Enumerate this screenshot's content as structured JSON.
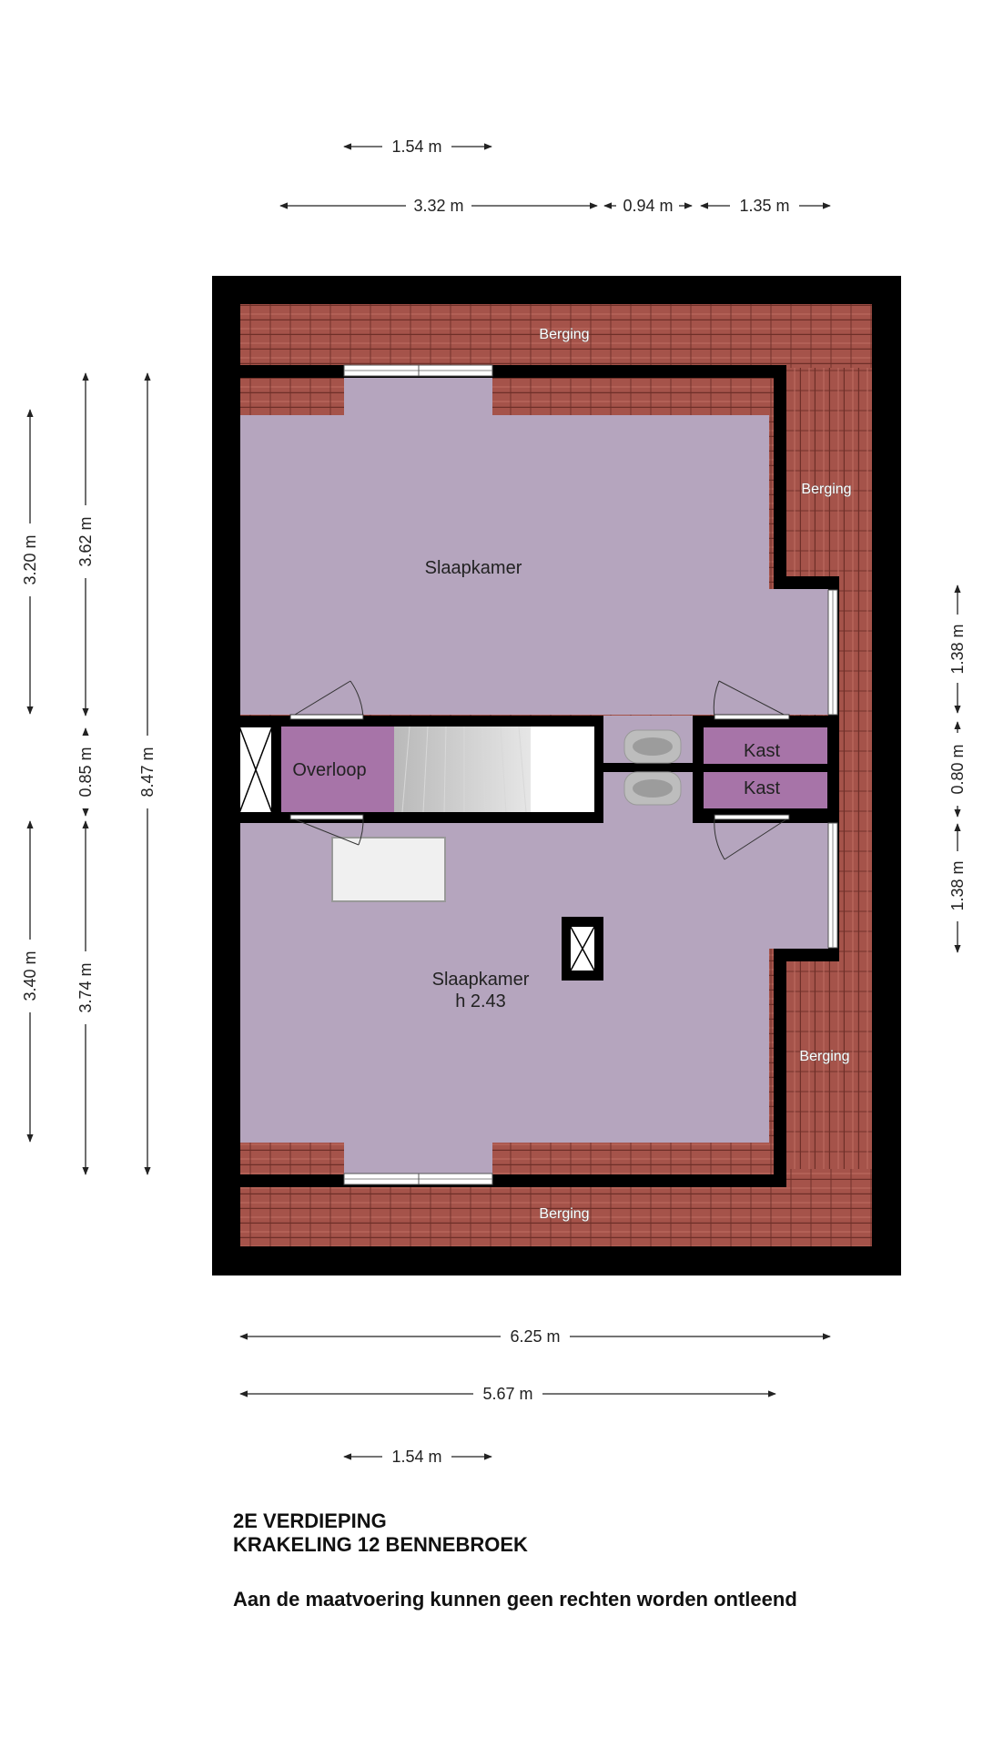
{
  "dimensions": {
    "top_small": "1.54 m",
    "top_main": "3.32 m",
    "top_mid": "0.94 m",
    "top_right": "1.35 m",
    "left_a_top": "3.20 m",
    "left_a_bottom": "3.40 m",
    "left_b_top": "3.62 m",
    "left_b_mid": "0.85 m",
    "left_b_bottom": "3.74 m",
    "left_total": "8.47 m",
    "right_top": "1.38 m",
    "right_mid": "0.80 m",
    "right_bottom": "1.38 m",
    "bottom_total": "6.25 m",
    "bottom_inner": "5.67 m",
    "bottom_small": "1.54 m"
  },
  "rooms": {
    "bedroom_top": "Slaapkamer",
    "bedroom_bottom": "Slaapkamer",
    "bedroom_bottom_height": "h 2.43",
    "landing": "Overloop",
    "closet_1": "Kast",
    "closet_2": "Kast",
    "storage_top": "Berging",
    "storage_right_top": "Berging",
    "storage_right_bottom": "Berging",
    "storage_bottom": "Berging"
  },
  "caption": {
    "floor": "2E VERDIEPING",
    "address": "KRAKELING 12 BENNEBROEK",
    "disclaimer": "Aan de maatvoering kunnen geen rechten worden ontleend"
  },
  "colors": {
    "room": "#b5a5be",
    "landing": "#a774a8",
    "roof_tiles": "#a5534a",
    "walls": "#000000"
  }
}
